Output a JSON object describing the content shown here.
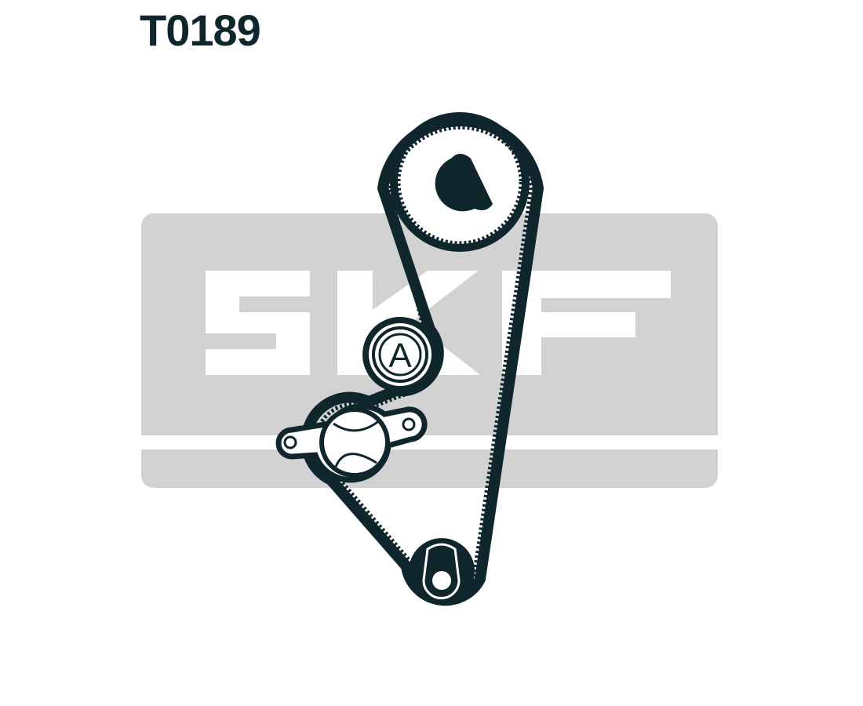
{
  "title": "T0189",
  "logo": {
    "text": "SKF",
    "band_color": "#d2d2d2"
  },
  "diagram": {
    "ink_color": "#0f262c",
    "components": [
      {
        "id": "camshaft-pulley"
      },
      {
        "id": "idler-pulley",
        "label": "A"
      },
      {
        "id": "tensioner"
      },
      {
        "id": "crankshaft-pulley"
      }
    ]
  }
}
